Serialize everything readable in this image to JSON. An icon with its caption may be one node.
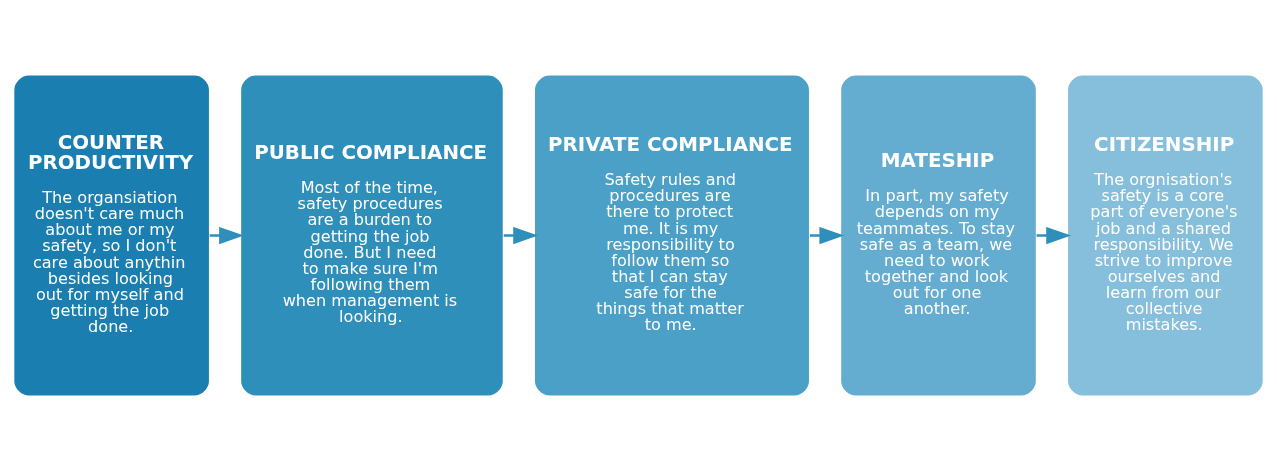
{
  "diagram": {
    "nodes": [
      {
        "text": [
          "COUNTER PRODUCTIVITY",
          "The organsiation doesn't care much about me or my safety, so I don't care about anythin besides looking out for myself and getting the job done."
        ]
      },
      {
        "text": [
          "PUBLIC COMPLIANCE",
          "Most of the time, safety procedures are a burden to getting the job done. But I need to make sure I'm following them when management is looking."
        ]
      },
      {
        "text": [
          "PRIVATE COMPLIANCE",
          "Safety rules and procedures are there to protect me. It is my responsibility to follow them so that I can stay safe for the things that matter to me."
        ]
      },
      {
        "text": [
          "MATESHIP",
          "In part, my safety depends on my teammates. To stay safe as a team, we need to work together and look out for one another."
        ]
      },
      {
        "text": [
          "CITIZENSHIP",
          "The orgnisation's safety is a core part of everyone's job and a shared responsibility. We strive to improve ourselves and learn from our collective mistakes."
        ]
      }
    ],
    "edges": [
      {
        "from": 0,
        "to": 1,
        "arrow": "to"
      },
      {
        "from": 1,
        "to": 2,
        "arrow": "to"
      },
      {
        "from": 2,
        "to": 3,
        "arrow": "to"
      },
      {
        "from": 3,
        "to": 4,
        "arrow": "to"
      }
    ]
  }
}
